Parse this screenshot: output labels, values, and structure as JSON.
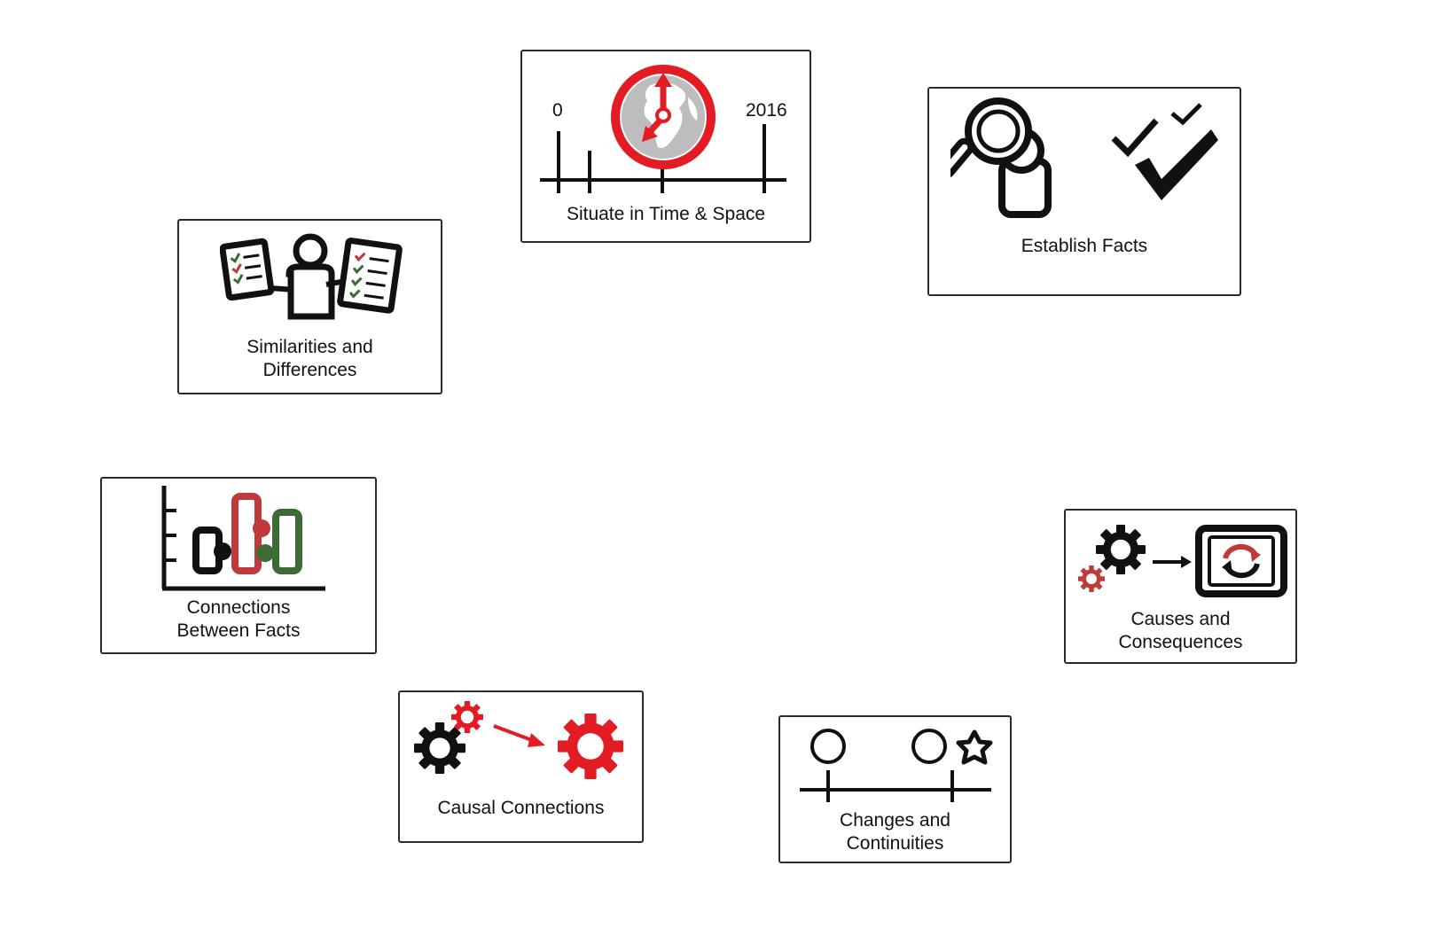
{
  "colors": {
    "accent_red": "#e31b23",
    "muted_red": "#c0393b",
    "green": "#3d6b35",
    "black": "#111111",
    "globe_grey": "#b5b5b5"
  },
  "cards": {
    "time_space": {
      "label": "Situate in Time & Space",
      "timeline_start": "0",
      "timeline_end": "2016",
      "icons": [
        "timeline-icon",
        "globe-clock-icon"
      ]
    },
    "establish_facts": {
      "label": "Establish Facts",
      "icons": [
        "magnifier-person-icon",
        "checkmarks-icon"
      ]
    },
    "similarities": {
      "label_line1": "Similarities and",
      "label_line2": "Differences",
      "icons": [
        "person-comparing-lists-icon"
      ]
    },
    "connections": {
      "label_line1": "Connections",
      "label_line2": "Between Facts",
      "icons": [
        "bar-chart-icon"
      ]
    },
    "causes": {
      "label_line1": "Causes and",
      "label_line2": "Consequences",
      "icons": [
        "gears-icon",
        "arrow-right-icon",
        "cycle-screen-icon"
      ]
    },
    "causal": {
      "label": "Causal Connections",
      "icons": [
        "gears-icon",
        "arrow-right-icon",
        "gear-icon"
      ]
    },
    "changes": {
      "label_line1": "Changes and",
      "label_line2": "Continuities",
      "icons": [
        "timeline-icon",
        "star-change-icon"
      ]
    }
  }
}
